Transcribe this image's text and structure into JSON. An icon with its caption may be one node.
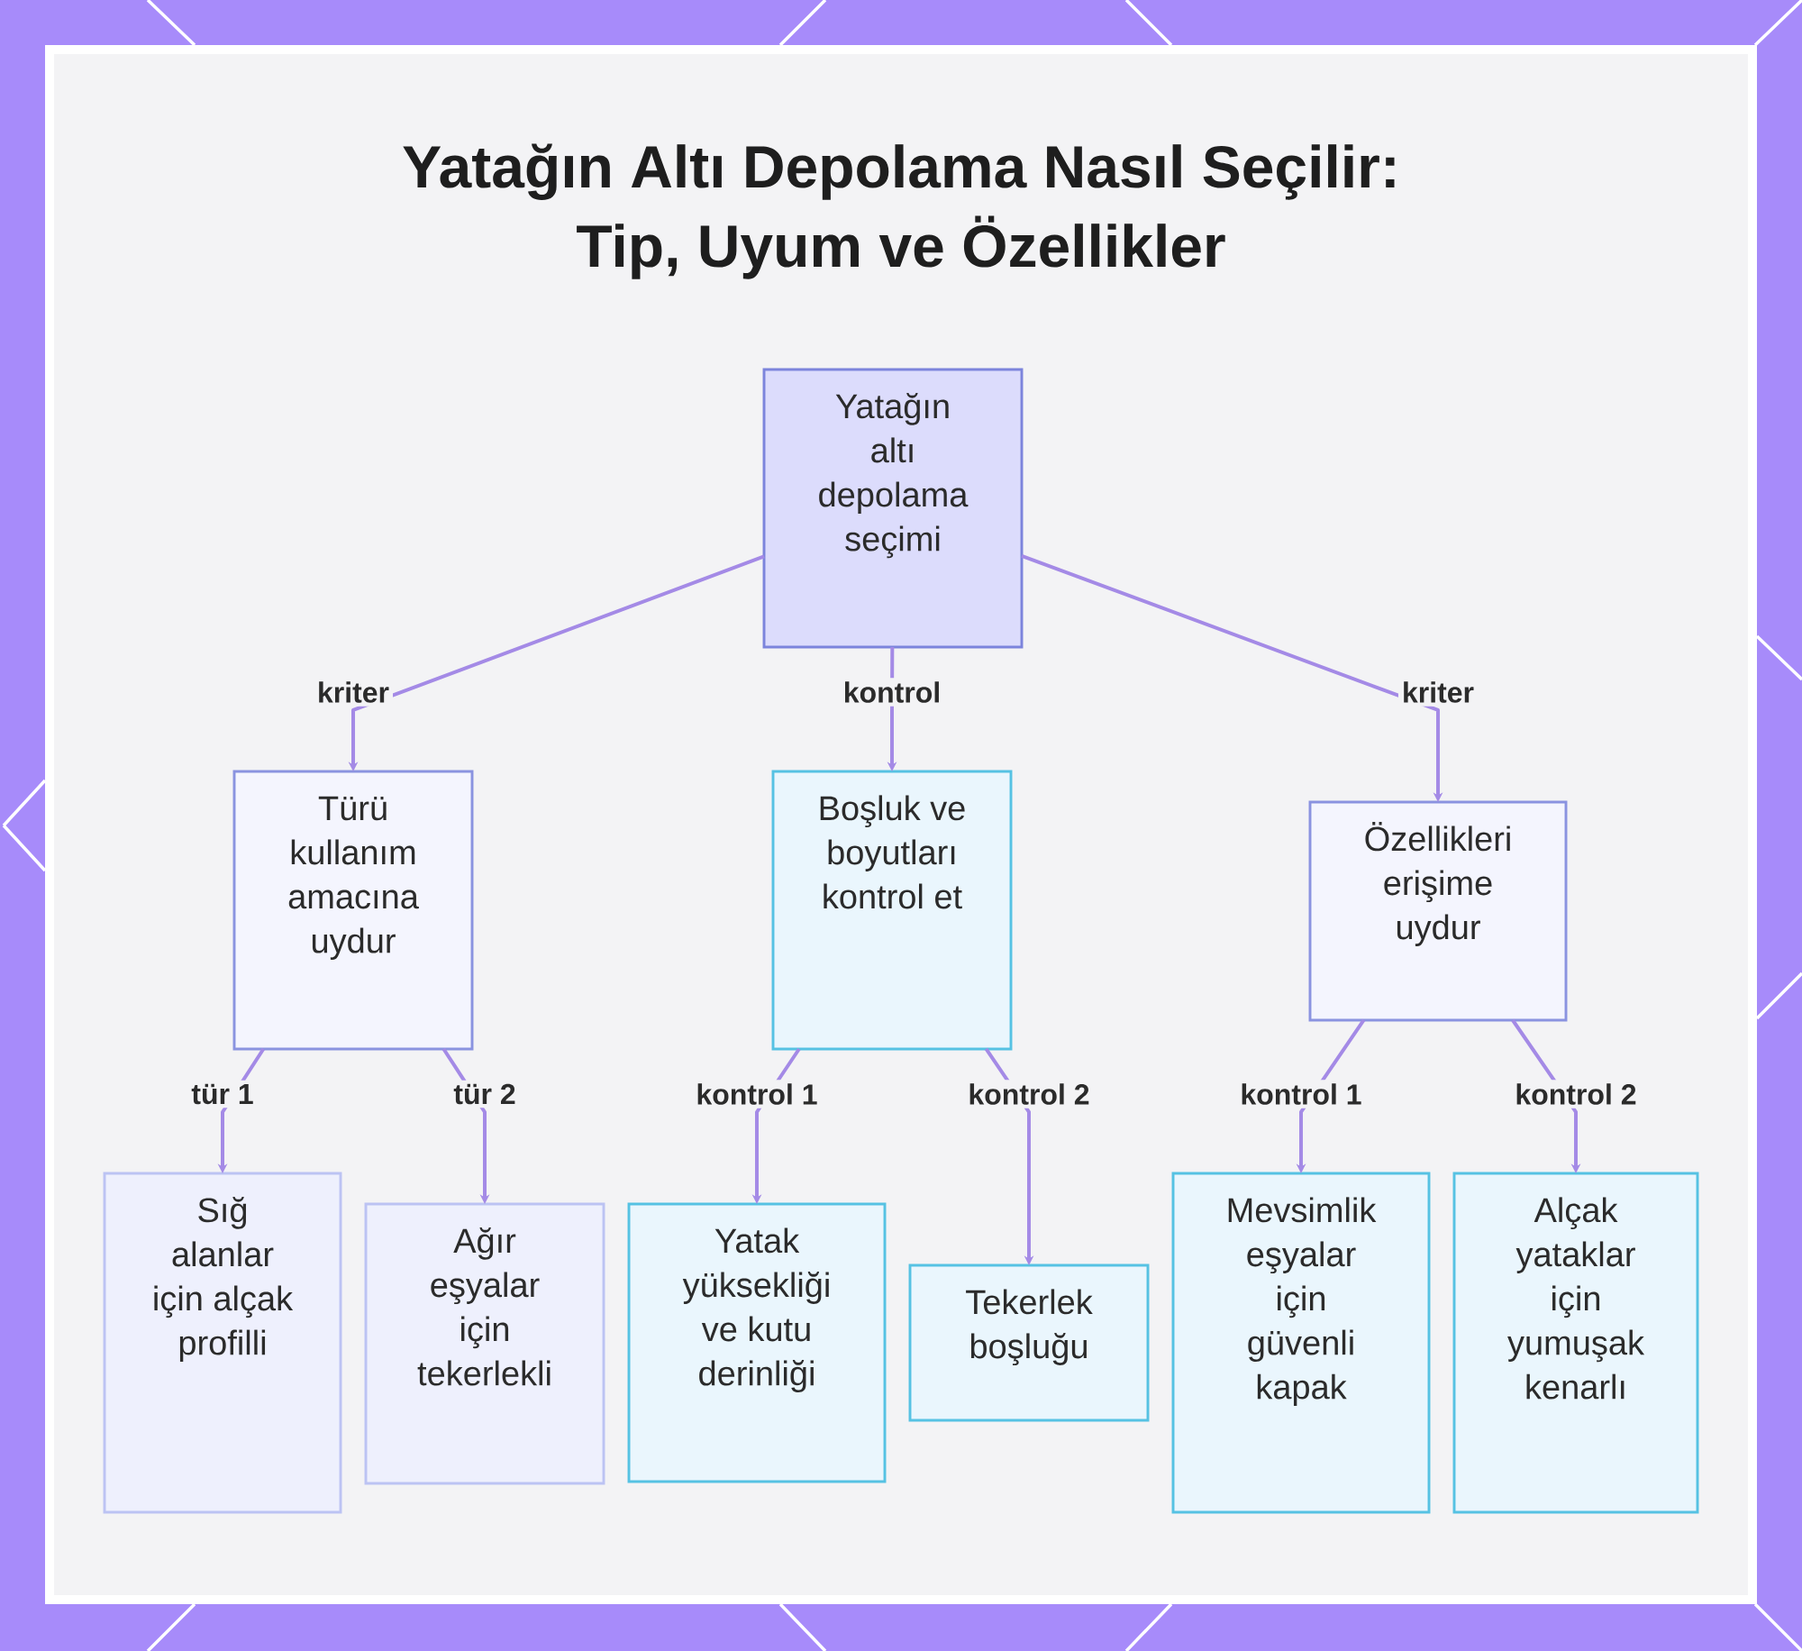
{
  "diagram": {
    "title": "Yatağın Altı Depolama Nasıl Seçilir: Tip, Uyum ve Özellikler",
    "nodes": [
      {
        "text": [
          "Yatağın altı depolama seçimi"
        ]
      },
      {
        "text": [
          "Türü kullanım amacına uydur"
        ]
      },
      {
        "text": [
          "Boşluk ve boyutları kontrol et"
        ]
      },
      {
        "text": [
          "Özellikleri erişime uydur"
        ]
      },
      {
        "text": [
          "Sığ alanlar için alçak profilli"
        ]
      },
      {
        "text": [
          "Ağır eşyalar için tekerlekli"
        ]
      },
      {
        "text": [
          "Yatak yüksekliği ve kutu derinliği"
        ]
      },
      {
        "text": [
          "Tekerlek boşluğu"
        ]
      },
      {
        "text": [
          "Mevsimlik eşyalar için güvenli kapak"
        ]
      },
      {
        "text": [
          "Alçak yataklar için yumuşak kenarlı"
        ]
      }
    ],
    "edges": [
      {
        "from": 0,
        "to": 1,
        "arrow": "to",
        "label": "kriter"
      },
      {
        "from": 0,
        "to": 2,
        "arrow": "to",
        "label": "kontrol"
      },
      {
        "from": 0,
        "to": 3,
        "arrow": "to",
        "label": "kriter"
      },
      {
        "from": 1,
        "to": 4,
        "arrow": "to",
        "label": "tür 1"
      },
      {
        "from": 1,
        "to": 5,
        "arrow": "to",
        "label": "tür 2"
      },
      {
        "from": 2,
        "to": 6,
        "arrow": "to",
        "label": "kontrol 1"
      },
      {
        "from": 2,
        "to": 7,
        "arrow": "to",
        "label": "kontrol 2"
      },
      {
        "from": 3,
        "to": 8,
        "arrow": "to",
        "label": "kontrol 1"
      },
      {
        "from": 3,
        "to": 9,
        "arrow": "to",
        "label": "kontrol 2"
      }
    ]
  }
}
